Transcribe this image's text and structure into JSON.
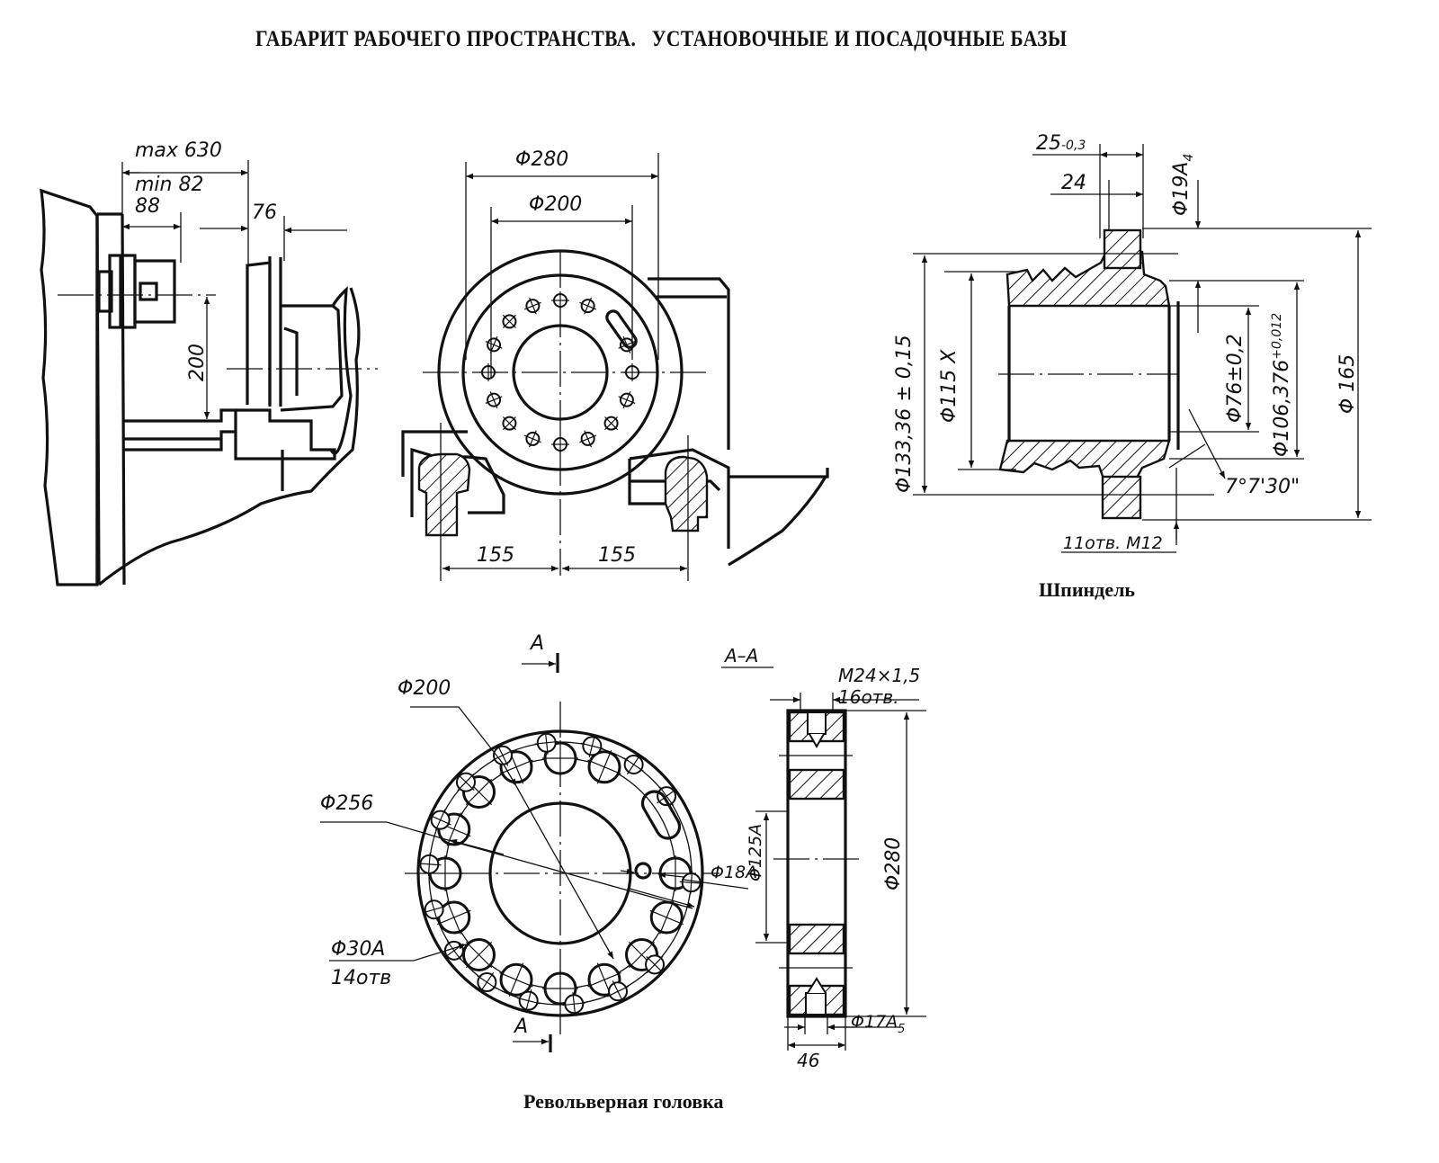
{
  "title": "ГАБАРИТ РАБОЧЕГО ПРОСТРАНСТВА.   УСТАНОВОЧНЫЕ И ПОСАДОЧНЫЕ БАЗЫ",
  "views": {
    "side_view": {
      "dims": {
        "max": "max 630",
        "min": "min 82",
        "d88": "88",
        "d76": "76",
        "d200": "200"
      }
    },
    "front_view": {
      "dims": {
        "d280": "Φ280",
        "d200": "Φ200",
        "left155": "155",
        "right155": "155"
      },
      "bolt_holes": 14
    },
    "spindle": {
      "caption": "Шпиндель",
      "dims": {
        "d25": "25",
        "d25_tol": "-0,3",
        "d24": "24",
        "d19": "Φ19A",
        "d19_sub": "4",
        "d133": "Φ133,36 ± 0,15",
        "d115": "Φ115 X",
        "d76": "Φ76±0,2",
        "d106": "Φ106,376",
        "d106_tol": "+0,012",
        "d165": "Φ 165",
        "angle": "7°7'30\"",
        "holes": "11отв. M12"
      }
    },
    "turret": {
      "caption": "Револьверная головка",
      "section_mark": "A",
      "section_label": "A–A",
      "dims": {
        "d200": "Φ200",
        "d256": "Φ256",
        "d30": "Φ30A",
        "d30_count": "14отв",
        "d18": "Φ18A",
        "d125": "Φ125A",
        "d280": "Φ280",
        "m24": "M24×1,5",
        "m24_count": "16отв.",
        "d17": "Φ17A",
        "d17_sub": "5",
        "d46": "46"
      },
      "large_holes": 14,
      "small_holes": 16
    }
  }
}
